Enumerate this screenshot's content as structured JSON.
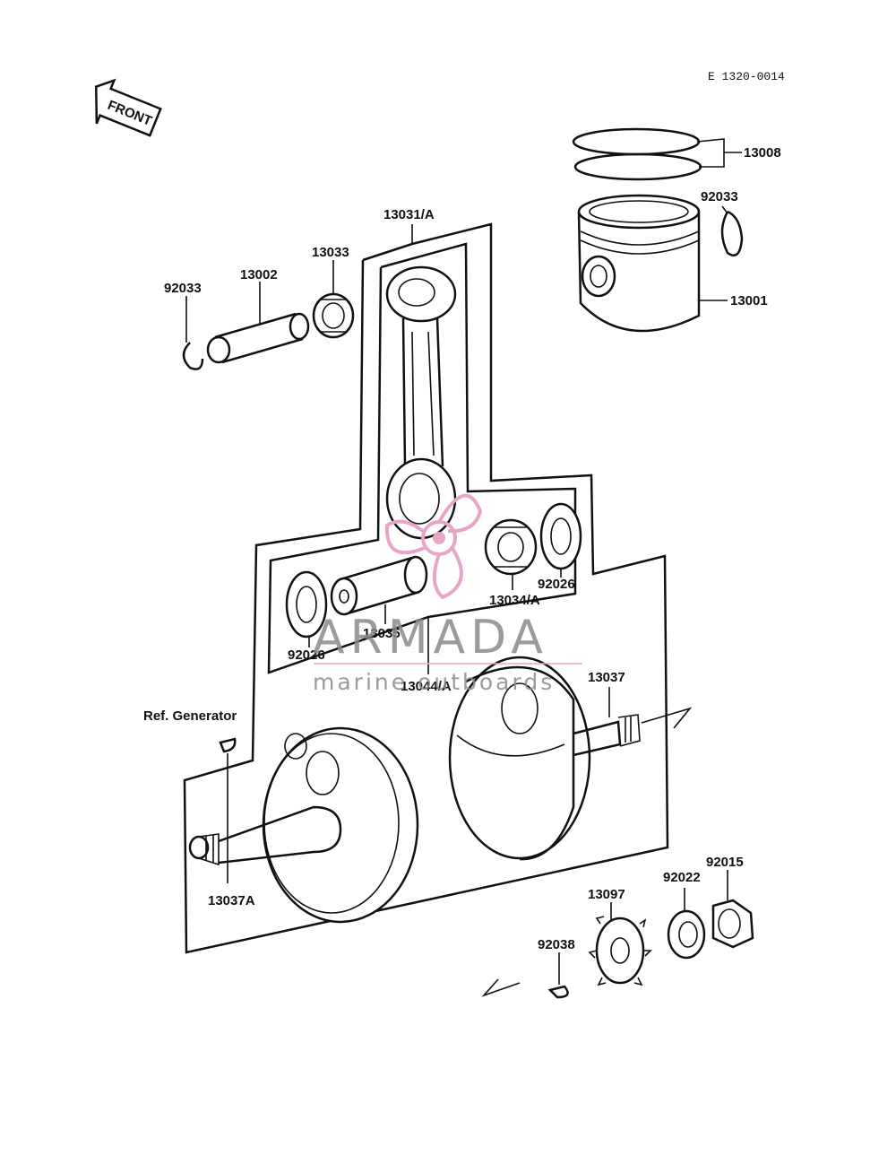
{
  "diagram_code": "E 1320-0014",
  "front_label": "FRONT",
  "watermark": {
    "brand": "ARMADA",
    "tagline": "marine outboards",
    "color": "#e8a6c7"
  },
  "labels": {
    "p13008": "13008",
    "p92033_right": "92033",
    "p13001": "13001",
    "p13031A": "13031/A",
    "p13033": "13033",
    "p13002": "13002",
    "p92033_left": "92033",
    "p13034A": "13034/A",
    "p92026_right": "92026",
    "p13035": "13035",
    "p92026_left": "92026",
    "p13044A": "13044/A",
    "p13037": "13037",
    "ref_generator": "Ref. Generator",
    "p13037A": "13037A",
    "p92015": "92015",
    "p92022": "92022",
    "p13097": "13097",
    "p92038": "92038"
  }
}
